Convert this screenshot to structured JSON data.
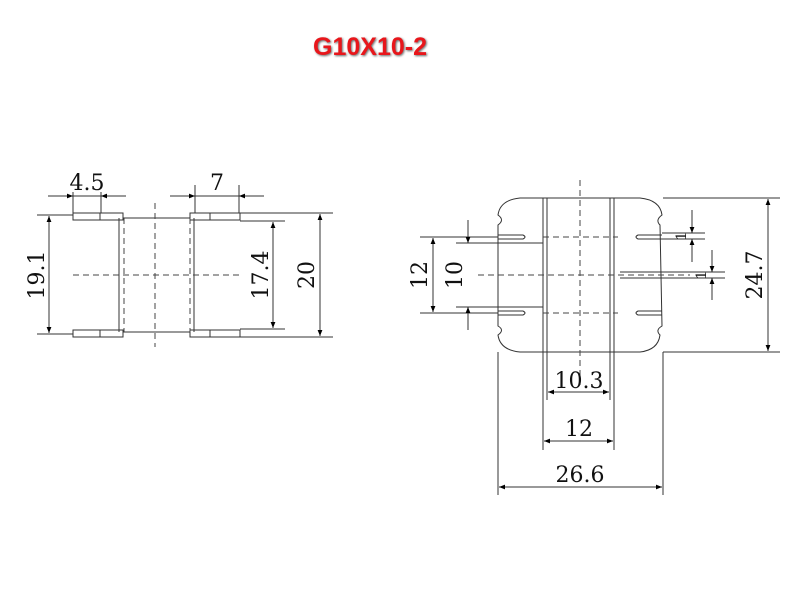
{
  "title": "G10X10-2",
  "title_color": "#e8161b",
  "side_view": {
    "dims": {
      "flange_width": "4.5",
      "right_width": "7",
      "left_height": "19.1",
      "inner_height": "17.4",
      "outer_height": "20"
    }
  },
  "top_view": {
    "dims": {
      "slot_outer": "12",
      "slot_inner": "10",
      "slot_width_top": "1",
      "slot_width_mid": "1",
      "height": "24.7",
      "core_inner": "10.3",
      "core_outer": "12",
      "total_width": "26.6"
    }
  }
}
